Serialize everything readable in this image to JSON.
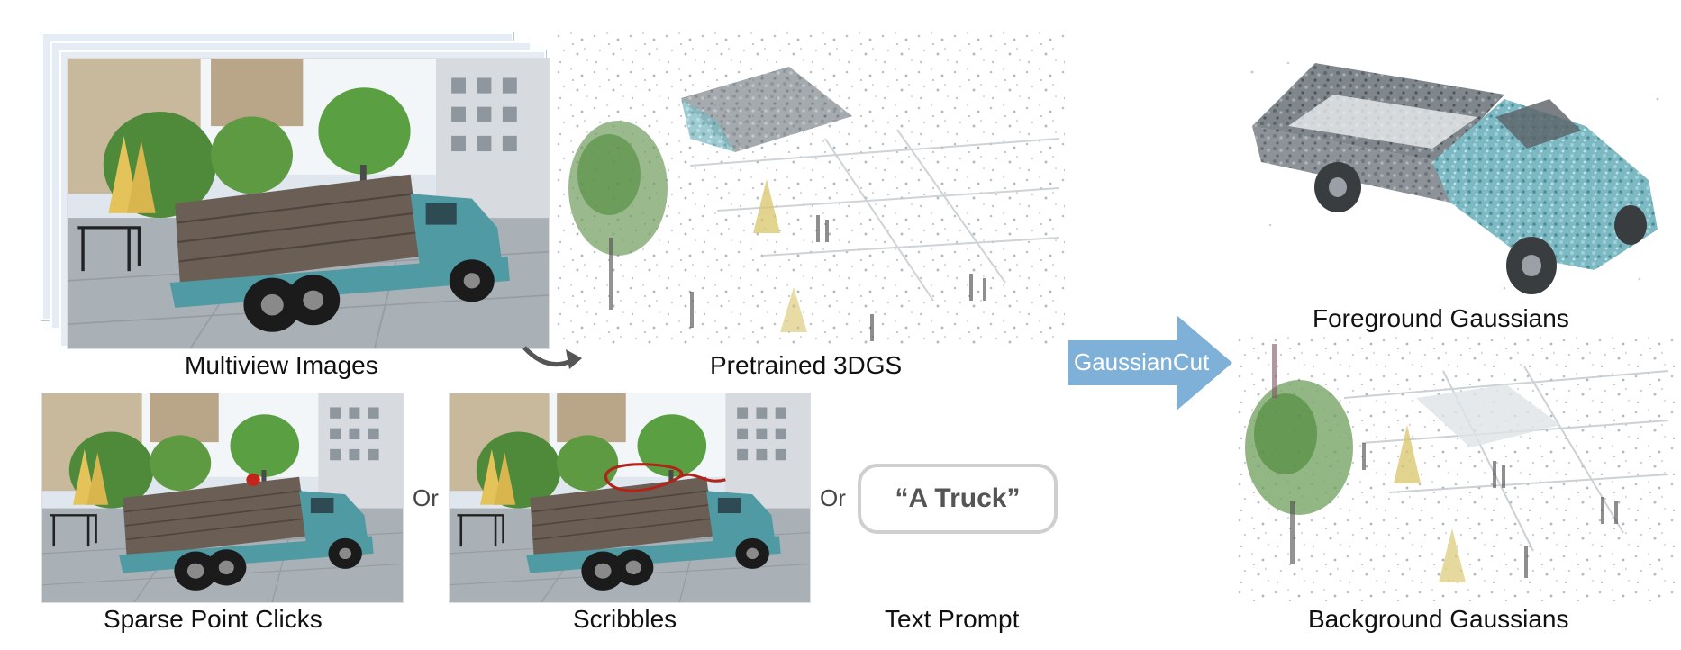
{
  "inputs": {
    "multiview_label": "Multiview Images",
    "pretrained_label": "Pretrained 3DGS"
  },
  "prompts": {
    "or_1": "Or",
    "or_2": "Or",
    "clicks_label": "Sparse Point Clicks",
    "scribbles_label": "Scribbles",
    "text_prompt_label": "Text Prompt",
    "text_prompt_value": "“A Truck”"
  },
  "method": {
    "name": "GaussianCut",
    "arrow_color": "#7fb0d8"
  },
  "outputs": {
    "foreground_label": "Foreground Gaussians",
    "background_label": "Background Gaussians"
  },
  "colors": {
    "truck_teal": "#4f9aa3",
    "truck_bed": "#6b5f55",
    "click_dot": "#c0261b",
    "scribble": "#b0241a",
    "sky": "#eef3f8",
    "ground": "#a9b0b6",
    "tree_green": "#4f8a3a",
    "umbrella_yellow": "#e3c35a"
  }
}
